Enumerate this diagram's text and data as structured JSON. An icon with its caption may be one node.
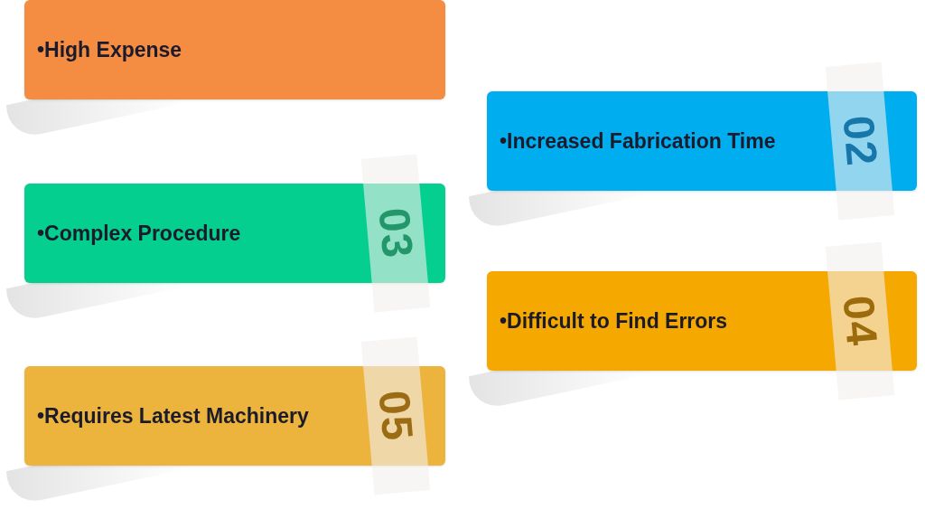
{
  "diagram": {
    "nodes": [
      {
        "text": [
          "•High Expense"
        ]
      },
      {
        "text": [
          "•Increased Fabrication Time",
          "02"
        ]
      },
      {
        "text": [
          "•Complex Procedure",
          "03"
        ]
      },
      {
        "text": [
          "•Difficult to Find Errors",
          "04"
        ]
      },
      {
        "text": [
          "•Requires Latest Machinery",
          "05"
        ]
      }
    ]
  }
}
